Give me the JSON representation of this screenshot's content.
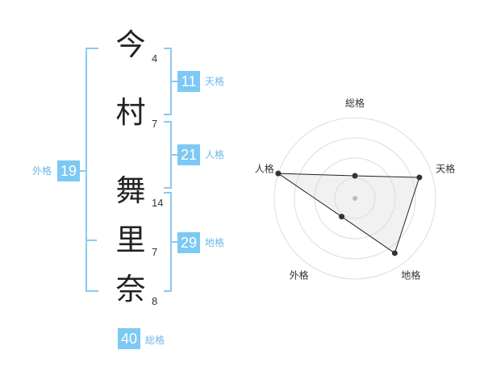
{
  "name_chars": [
    {
      "char": "今",
      "strokes": "4"
    },
    {
      "char": "村",
      "strokes": "7"
    },
    {
      "char": "舞",
      "strokes": "14"
    },
    {
      "char": "里",
      "strokes": "7"
    },
    {
      "char": "奈",
      "strokes": "8"
    }
  ],
  "fortunes": {
    "tenkaku": {
      "value": "11",
      "label": "天格"
    },
    "jinkaku": {
      "value": "21",
      "label": "人格"
    },
    "chikaku": {
      "value": "29",
      "label": "地格"
    },
    "gaikaku": {
      "value": "19",
      "label": "外格"
    },
    "soukaku": {
      "value": "40",
      "label": "総格"
    }
  },
  "colors": {
    "accent": "#7dc8f4",
    "bracket": "#8cc8f2",
    "text": "#222222"
  },
  "chart_data": {
    "type": "radar",
    "axes": [
      "総格",
      "天格",
      "地格",
      "外格",
      "人格"
    ],
    "values": [
      1.4,
      4.2,
      4.2,
      1.4,
      5.0
    ],
    "range": [
      0,
      5
    ],
    "grid": true
  }
}
